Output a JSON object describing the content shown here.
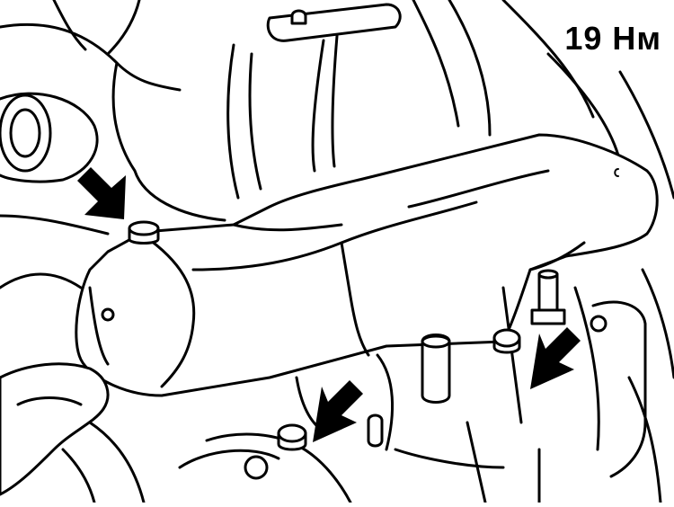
{
  "figure": {
    "torque_label": "19 Нм",
    "colors": {
      "line": "#000000",
      "background": "#ffffff"
    },
    "callouts": [
      {
        "name": "arrow-bolt-left",
        "target": "bolt-left"
      },
      {
        "name": "arrow-bolt-bottom",
        "target": "bolt-bottom"
      },
      {
        "name": "arrow-bolt-right",
        "target": "bolt-right"
      }
    ]
  }
}
